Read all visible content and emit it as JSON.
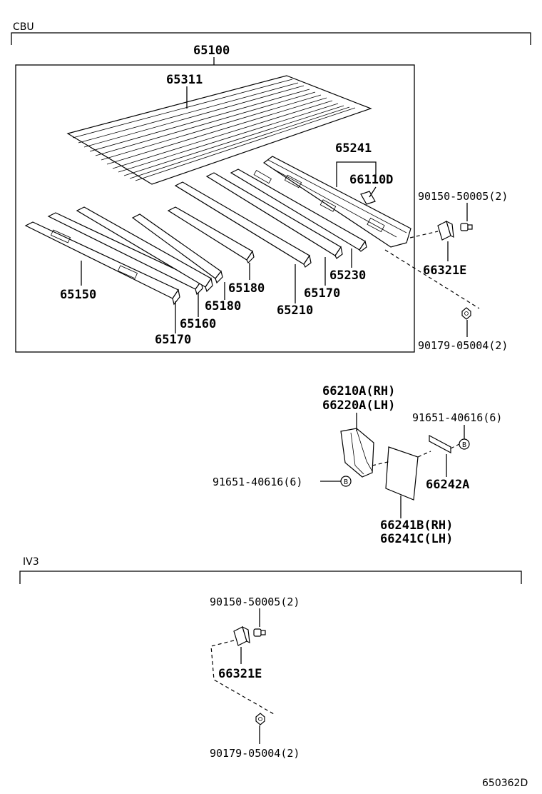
{
  "sections": {
    "cbu": "CBU",
    "iv3": "IV3"
  },
  "labels": {
    "p65100": "65100",
    "p65311": "65311",
    "p65241": "65241",
    "p66110D": "66110D",
    "p90150_a": "90150-50005(2)",
    "p66321E_a": "66321E",
    "p90179_a": "90179-05004(2)",
    "p65150": "65150",
    "p65160": "65160",
    "p65170_a": "65170",
    "p65180_a": "65180",
    "p65180_b": "65180",
    "p65210": "65210",
    "p65170_b": "65170",
    "p65230": "65230",
    "p66210A": "66210A(RH)",
    "p66220A": "66220A(LH)",
    "p91651_r": "91651-40616(6)",
    "p91651_l": "91651-40616(6)",
    "p66242A": "66242A",
    "p66241B": "66241B(RH)",
    "p66241C": "66241C(LH)",
    "p90150_b": "90150-50005(2)",
    "p66321E_b": "66321E",
    "p90179_b": "90179-05004(2)",
    "bolt_mark": "B",
    "drawing_no": "650362D"
  }
}
